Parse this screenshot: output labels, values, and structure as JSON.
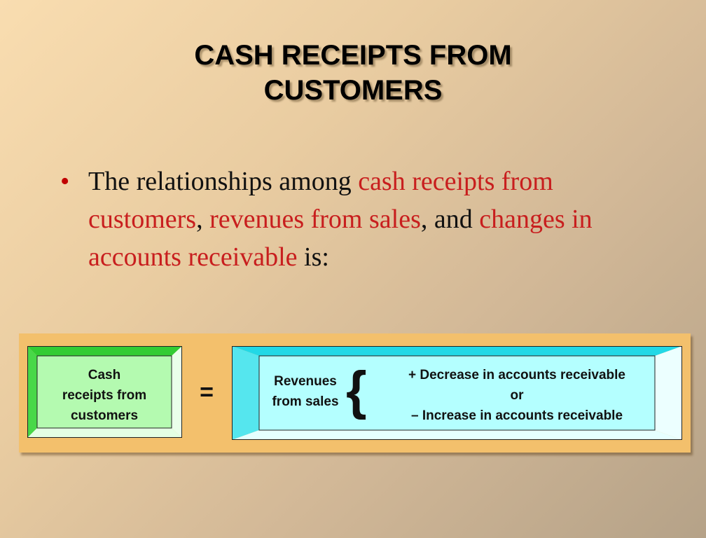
{
  "slide": {
    "title_line1": "CASH RECEIPTS FROM",
    "title_line2": "CUSTOMERS",
    "bullet": {
      "symbol": "•",
      "t1": "The relationships among ",
      "r1": "cash receipts from customers",
      "t2": ", ",
      "r2": "revenues from sales",
      "t3": ", and ",
      "r3": "changes in accounts receivable",
      "t4": " is:"
    }
  },
  "formula": {
    "left_box": {
      "line1": "Cash",
      "line2": "receipts from",
      "line3": "customers"
    },
    "equals": "=",
    "right_box": {
      "revenues_line1": "Revenues",
      "revenues_line2": "from sales",
      "brace": "{",
      "option1": "+ Decrease in accounts receivable",
      "or": "or",
      "option2": "– Increase in accounts receivable"
    }
  },
  "colors": {
    "accent_red": "#c81e1e",
    "panel": "#f3c06c",
    "green_face": "#b4fab0",
    "cyan_face": "#b4ffff"
  }
}
